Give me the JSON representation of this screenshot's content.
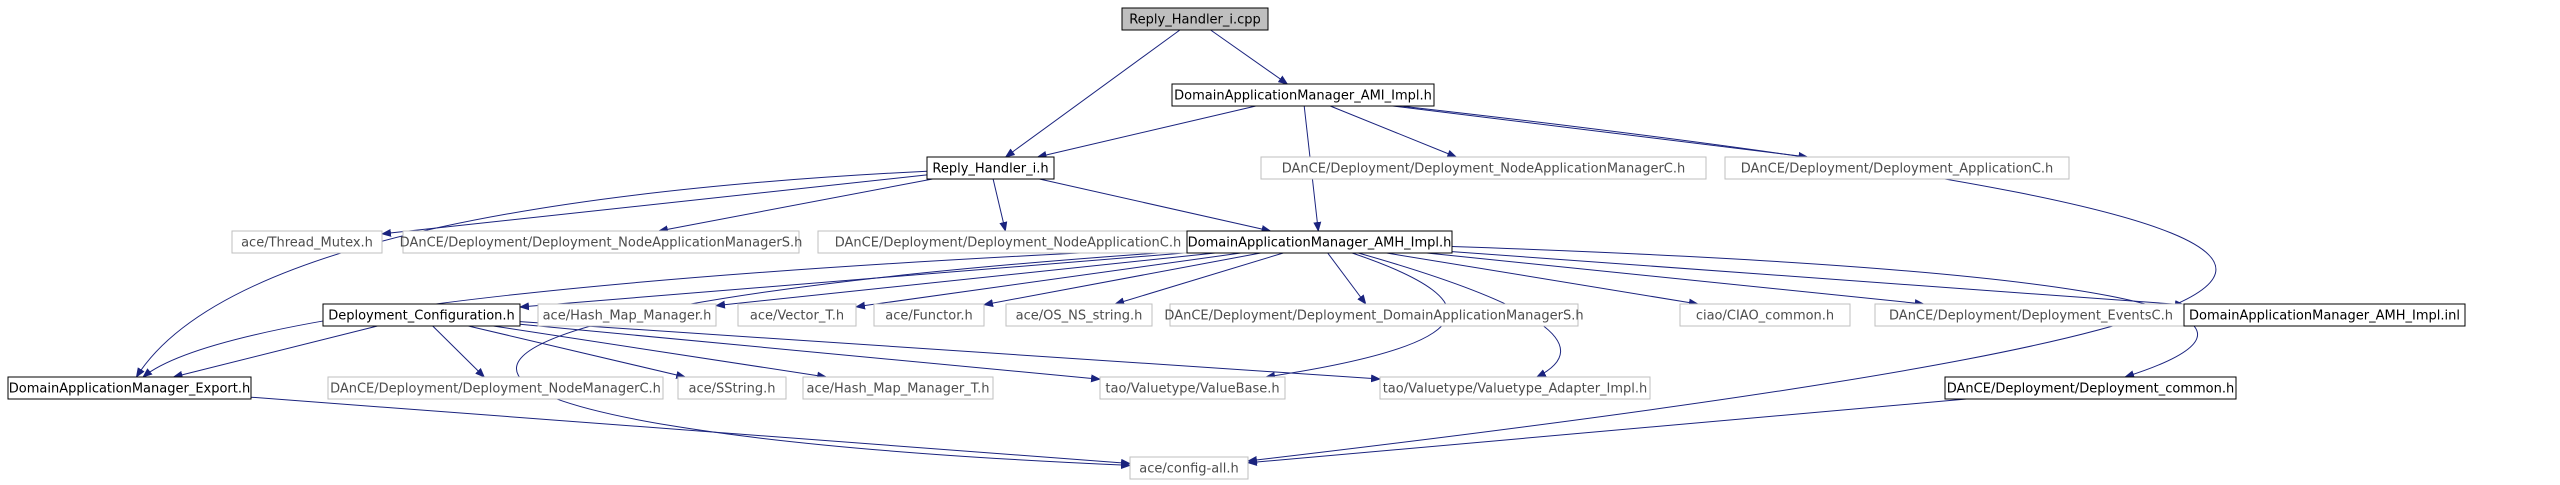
{
  "diagram": {
    "colors": {
      "edge": "#1a237e",
      "box_black": "#000000",
      "box_gray": "#bfbfbf",
      "root_fill": "#bfbfbf",
      "text_dark": "#000000",
      "text_gray": "#4d4d4d"
    },
    "nodes": [
      {
        "id": "reply_handler_cpp",
        "label": "Reply_Handler_i.cpp",
        "style": "root"
      },
      {
        "id": "dam_ami_impl_h",
        "label": "DomainApplicationManager_AMI_Impl.h",
        "style": "black"
      },
      {
        "id": "reply_handler_h",
        "label": "Reply_Handler_i.h",
        "style": "black"
      },
      {
        "id": "nam_c_h",
        "label": "DAnCE/Deployment/Deployment_NodeApplicationManagerC.h",
        "style": "gray"
      },
      {
        "id": "appc_h",
        "label": "DAnCE/Deployment/Deployment_ApplicationC.h",
        "style": "gray"
      },
      {
        "id": "thread_mutex_h",
        "label": "ace/Thread_Mutex.h",
        "style": "gray"
      },
      {
        "id": "nam_s_h",
        "label": "DAnCE/Deployment/Deployment_NodeApplicationManagerS.h",
        "style": "gray"
      },
      {
        "id": "nac_h",
        "label": "DAnCE/Deployment/Deployment_NodeApplicationC.h",
        "style": "gray"
      },
      {
        "id": "dam_amh_impl_h",
        "label": "DomainApplicationManager_AMH_Impl.h",
        "style": "black"
      },
      {
        "id": "deploy_config_h",
        "label": "Deployment_Configuration.h",
        "style": "black"
      },
      {
        "id": "hash_map_manager_h",
        "label": "ace/Hash_Map_Manager.h",
        "style": "gray"
      },
      {
        "id": "vector_t_h",
        "label": "ace/Vector_T.h",
        "style": "gray"
      },
      {
        "id": "functor_h",
        "label": "ace/Functor.h",
        "style": "gray"
      },
      {
        "id": "os_ns_string_h",
        "label": "ace/OS_NS_string.h",
        "style": "gray"
      },
      {
        "id": "dam_s_h",
        "label": "DAnCE/Deployment/Deployment_DomainApplicationManagerS.h",
        "style": "gray"
      },
      {
        "id": "ciao_common_h",
        "label": "ciao/CIAO_common.h",
        "style": "gray"
      },
      {
        "id": "events_c_h",
        "label": "DAnCE/Deployment/Deployment_EventsC.h",
        "style": "gray"
      },
      {
        "id": "dam_amh_impl_inl",
        "label": "DomainApplicationManager_AMH_Impl.inl",
        "style": "black"
      },
      {
        "id": "dam_export_h",
        "label": "DomainApplicationManager_Export.h",
        "style": "black"
      },
      {
        "id": "nmc_h",
        "label": "DAnCE/Deployment/Deployment_NodeManagerC.h",
        "style": "gray"
      },
      {
        "id": "sstring_h",
        "label": "ace/SString.h",
        "style": "gray"
      },
      {
        "id": "hash_map_manager_t_h",
        "label": "ace/Hash_Map_Manager_T.h",
        "style": "gray"
      },
      {
        "id": "valuebase_h",
        "label": "tao/Valuetype/ValueBase.h",
        "style": "gray"
      },
      {
        "id": "valuetype_adapter_h",
        "label": "tao/Valuetype/Valuetype_Adapter_Impl.h",
        "style": "gray"
      },
      {
        "id": "deploy_common_h",
        "label": "DAnCE/Deployment/Deployment_common.h",
        "style": "black"
      },
      {
        "id": "config_all_h",
        "label": "ace/config-all.h",
        "style": "gray"
      }
    ],
    "edges": [
      [
        "reply_handler_cpp",
        "dam_ami_impl_h"
      ],
      [
        "reply_handler_cpp",
        "reply_handler_h"
      ],
      [
        "dam_ami_impl_h",
        "reply_handler_h"
      ],
      [
        "dam_ami_impl_h",
        "nam_c_h"
      ],
      [
        "dam_ami_impl_h",
        "appc_h"
      ],
      [
        "dam_ami_impl_h",
        "dam_amh_impl_h"
      ],
      [
        "dam_ami_impl_h",
        "config_all_h"
      ],
      [
        "reply_handler_h",
        "thread_mutex_h"
      ],
      [
        "reply_handler_h",
        "nam_s_h"
      ],
      [
        "reply_handler_h",
        "nac_h"
      ],
      [
        "reply_handler_h",
        "dam_amh_impl_h"
      ],
      [
        "reply_handler_h",
        "dam_export_h"
      ],
      [
        "dam_amh_impl_h",
        "deploy_config_h"
      ],
      [
        "dam_amh_impl_h",
        "hash_map_manager_h"
      ],
      [
        "dam_amh_impl_h",
        "vector_t_h"
      ],
      [
        "dam_amh_impl_h",
        "functor_h"
      ],
      [
        "dam_amh_impl_h",
        "os_ns_string_h"
      ],
      [
        "dam_amh_impl_h",
        "dam_s_h"
      ],
      [
        "dam_amh_impl_h",
        "ciao_common_h"
      ],
      [
        "dam_amh_impl_h",
        "events_c_h"
      ],
      [
        "dam_amh_impl_h",
        "dam_amh_impl_inl"
      ],
      [
        "dam_amh_impl_h",
        "dam_export_h"
      ],
      [
        "dam_amh_impl_h",
        "valuebase_h"
      ],
      [
        "dam_amh_impl_h",
        "valuetype_adapter_h"
      ],
      [
        "dam_amh_impl_h",
        "deploy_common_h"
      ],
      [
        "dam_amh_impl_h",
        "config_all_h"
      ],
      [
        "deploy_config_h",
        "dam_export_h"
      ],
      [
        "deploy_config_h",
        "nmc_h"
      ],
      [
        "deploy_config_h",
        "sstring_h"
      ],
      [
        "deploy_config_h",
        "hash_map_manager_t_h"
      ],
      [
        "deploy_config_h",
        "valuebase_h"
      ],
      [
        "deploy_config_h",
        "valuetype_adapter_h"
      ],
      [
        "dam_export_h",
        "config_all_h"
      ],
      [
        "deploy_common_h",
        "config_all_h"
      ]
    ]
  }
}
